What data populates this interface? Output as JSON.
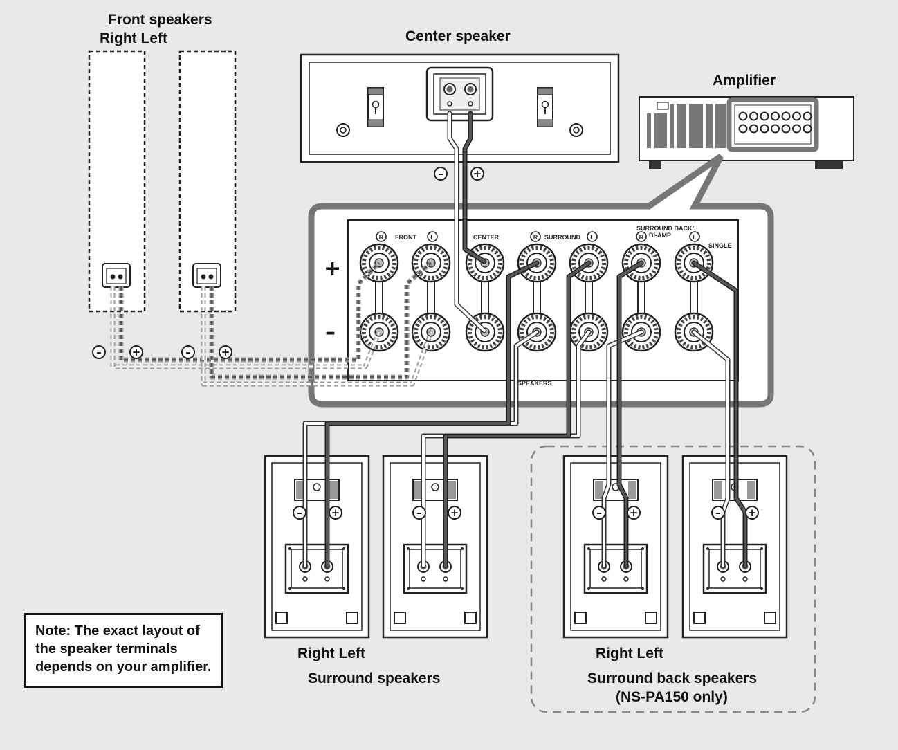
{
  "labels": {
    "front_title": "Front speakers",
    "front_rl": "Right Left",
    "center_title": "Center speaker",
    "amplifier_title": "Amplifier",
    "surround_rl": "Right Left",
    "surround_title": "Surround speakers",
    "back_rl": "Right Left",
    "back_title": "Surround back speakers",
    "back_subtitle": "(NS-PA150 only)"
  },
  "panel": {
    "r": "R",
    "l": "L",
    "front": "FRONT",
    "center": "CENTER",
    "surround": "SURROUND",
    "surround_back": "SURROUND BACK/",
    "bi_amp": "BI-AMP",
    "single": "SINGLE",
    "speakers": "SPEAKERS",
    "plus": "+",
    "minus": "–"
  },
  "polarity": {
    "minus": "–",
    "plus": "+"
  },
  "note": {
    "line1": "Note: The exact layout of",
    "line2": "the speaker terminals",
    "line3": "depends on your amplifier."
  },
  "colors": {
    "background": "#e9e9e9",
    "wire_dark": "#555555",
    "wire_light": "#ffffff",
    "outline": "#222222"
  }
}
